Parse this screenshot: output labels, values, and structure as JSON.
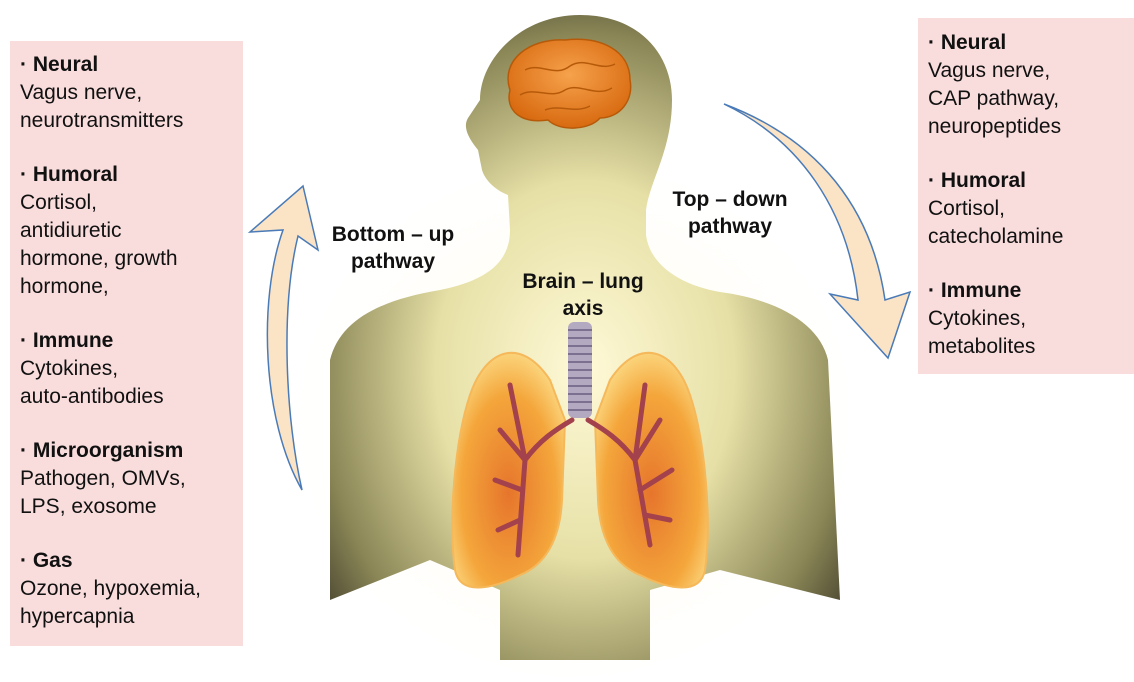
{
  "left_panel": {
    "groups": [
      {
        "title": "· Neural",
        "text": "Vagus nerve,\nneurotransmitters"
      },
      {
        "title": "· Humoral",
        "text": "Cortisol,\nantidiuretic\nhormone, growth\nhormone,"
      },
      {
        "title": "· Immune",
        "text": "Cytokines,\nauto-antibodies"
      },
      {
        "title": "· Microorganism",
        "text": "Pathogen, OMVs,\nLPS, exosome"
      },
      {
        "title": "· Gas",
        "text": "Ozone, hypoxemia,\nhypercapnia"
      }
    ]
  },
  "right_panel": {
    "groups": [
      {
        "title": "· Neural",
        "text": "Vagus nerve,\nCAP pathway,\nneuropeptides"
      },
      {
        "title": "· Humoral",
        "text": "Cortisol,\ncatecholamine"
      },
      {
        "title": "· Immune",
        "text": "Cytokines,\nmetabolites"
      }
    ]
  },
  "labels": {
    "bottom_up": "Bottom – up\npathway",
    "top_down": "Top – down\npathway",
    "axis": "Brain – lung\naxis"
  },
  "colors": {
    "panel_bg": "#f9dcdc",
    "arrow_fill": "#fbe3c6",
    "arrow_outline": "#4a7bb7",
    "brain": "#f28a1e",
    "lung": "#f7a53a",
    "bronchi": "#a3414c",
    "trachea": "#9a8fa8"
  }
}
